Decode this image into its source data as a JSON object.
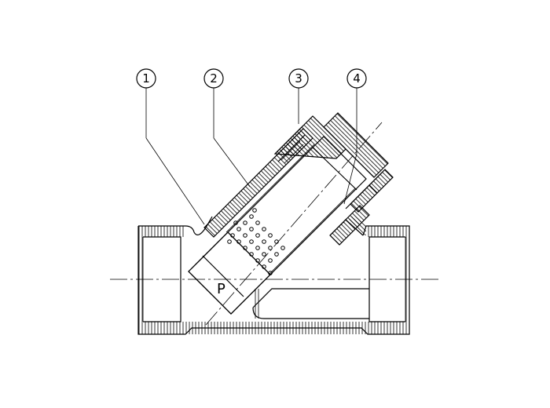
{
  "callouts": [
    {
      "label": "1",
      "part": "body"
    },
    {
      "label": "2",
      "part": "screen"
    },
    {
      "label": "3",
      "part": "cap"
    },
    {
      "label": "4",
      "part": "gasket"
    }
  ],
  "plug_label": "P",
  "colors": {
    "line": "#000000",
    "background": "#ffffff"
  }
}
